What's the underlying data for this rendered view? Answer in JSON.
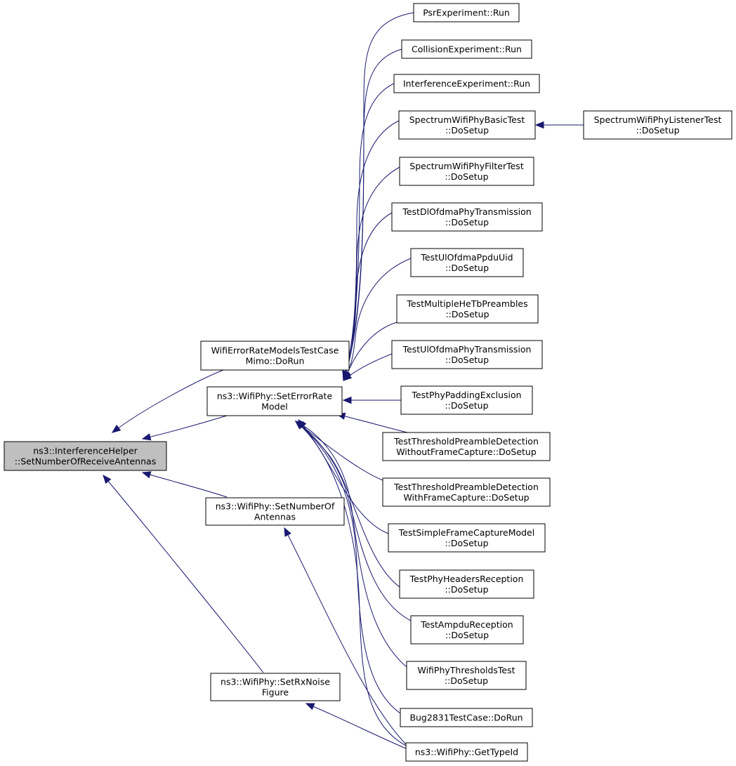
{
  "diagram": {
    "nodes": [
      {
        "id": "root",
        "lines": [
          "ns3::InterferenceHelper",
          "::SetNumberOfReceiveAntennas"
        ],
        "highlight": true
      },
      {
        "id": "werm",
        "lines": [
          "WifiErrorRateModelsTestCase",
          "Mimo::DoRun"
        ]
      },
      {
        "id": "serm",
        "lines": [
          "ns3::WifiPhy::SetErrorRate",
          "Model"
        ]
      },
      {
        "id": "snoa",
        "lines": [
          "ns3::WifiPhy::SetNumberOf",
          "Antennas"
        ]
      },
      {
        "id": "srxn",
        "lines": [
          "ns3::WifiPhy::SetRxNoise",
          "Figure"
        ]
      },
      {
        "id": "psr",
        "lines": [
          "PsrExperiment::Run"
        ]
      },
      {
        "id": "coll",
        "lines": [
          "CollisionExperiment::Run"
        ]
      },
      {
        "id": "intf",
        "lines": [
          "InterferenceExperiment::Run"
        ]
      },
      {
        "id": "swpb",
        "lines": [
          "SpectrumWifiPhyBasicTest",
          "::DoSetup"
        ]
      },
      {
        "id": "swpl",
        "lines": [
          "SpectrumWifiPhyListenerTest",
          "::DoSetup"
        ]
      },
      {
        "id": "swpf",
        "lines": [
          "SpectrumWifiPhyFilterTest",
          "::DoSetup"
        ]
      },
      {
        "id": "tdlo",
        "lines": [
          "TestDlOfdmaPhyTransmission",
          "::DoSetup"
        ]
      },
      {
        "id": "tulp",
        "lines": [
          "TestUlOfdmaPpduUid",
          "::DoSetup"
        ]
      },
      {
        "id": "tmhe",
        "lines": [
          "TestMultipleHeTbPreambles",
          "::DoSetup"
        ]
      },
      {
        "id": "tulo",
        "lines": [
          "TestUlOfdmaPhyTransmission",
          "::DoSetup"
        ]
      },
      {
        "id": "tppe",
        "lines": [
          "TestPhyPaddingExclusion",
          "::DoSetup"
        ]
      },
      {
        "id": "ttwo",
        "lines": [
          "TestThresholdPreambleDetection",
          "WithoutFrameCapture::DoSetup"
        ]
      },
      {
        "id": "ttwi",
        "lines": [
          "TestThresholdPreambleDetection",
          "WithFrameCapture::DoSetup"
        ]
      },
      {
        "id": "tsfc",
        "lines": [
          "TestSimpleFrameCaptureModel",
          "::DoSetup"
        ]
      },
      {
        "id": "tphr",
        "lines": [
          "TestPhyHeadersReception",
          "::DoSetup"
        ]
      },
      {
        "id": "tamp",
        "lines": [
          "TestAmpduReception",
          "::DoSetup"
        ]
      },
      {
        "id": "wpth",
        "lines": [
          "WifiPhyThresholdsTest",
          "::DoSetup"
        ]
      },
      {
        "id": "bug",
        "lines": [
          "Bug2831TestCase::DoRun"
        ]
      },
      {
        "id": "gtid",
        "lines": [
          "ns3::WifiPhy::GetTypeId"
        ]
      }
    ],
    "edges": [
      {
        "from": "werm",
        "to": "root"
      },
      {
        "from": "serm",
        "to": "root"
      },
      {
        "from": "snoa",
        "to": "root"
      },
      {
        "from": "srxn",
        "to": "root"
      },
      {
        "from": "psr",
        "to": "serm"
      },
      {
        "from": "coll",
        "to": "serm"
      },
      {
        "from": "intf",
        "to": "serm"
      },
      {
        "from": "swpb",
        "to": "serm"
      },
      {
        "from": "swpf",
        "to": "serm"
      },
      {
        "from": "tdlo",
        "to": "serm"
      },
      {
        "from": "tulp",
        "to": "serm"
      },
      {
        "from": "tmhe",
        "to": "serm"
      },
      {
        "from": "tulo",
        "to": "serm"
      },
      {
        "from": "tppe",
        "to": "serm"
      },
      {
        "from": "ttwo",
        "to": "serm"
      },
      {
        "from": "ttwi",
        "to": "serm"
      },
      {
        "from": "tsfc",
        "to": "serm"
      },
      {
        "from": "tphr",
        "to": "serm"
      },
      {
        "from": "tamp",
        "to": "serm"
      },
      {
        "from": "wpth",
        "to": "serm"
      },
      {
        "from": "bug",
        "to": "serm"
      },
      {
        "from": "gtid",
        "to": "serm"
      },
      {
        "from": "swpl",
        "to": "swpb"
      },
      {
        "from": "gtid",
        "to": "snoa"
      },
      {
        "from": "gtid",
        "to": "srxn"
      }
    ]
  }
}
